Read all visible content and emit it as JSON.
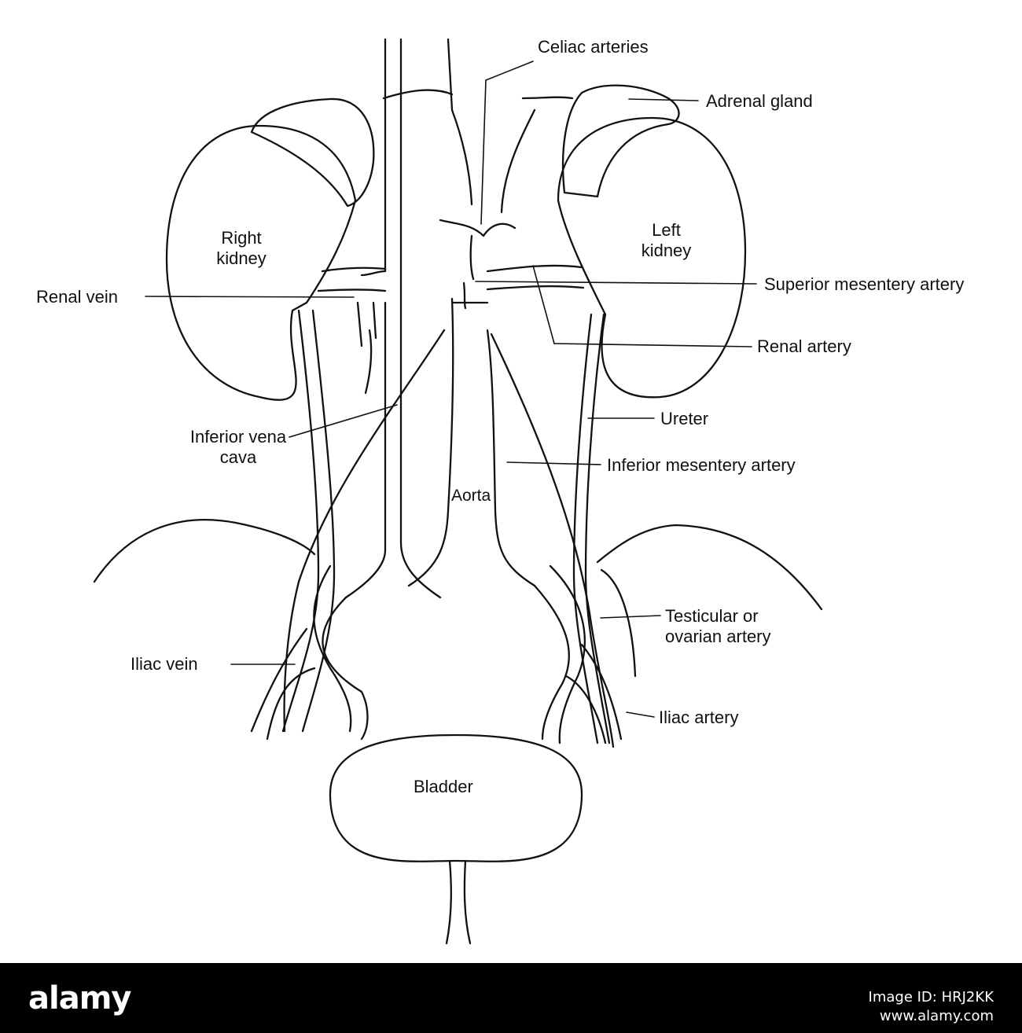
{
  "labels": {
    "celiac_arteries": "Celiac arteries",
    "adrenal_gland": "Adrenal gland",
    "right_kidney": "Right kidney",
    "left_kidney": "Left kidney",
    "renal_vein": "Renal vein",
    "superior_mesentery_artery": "Superior mesentery artery",
    "renal_artery": "Renal artery",
    "ureter": "Ureter",
    "inferior_vena_cava": "Inferior vena cava",
    "inferior_mesentery_artery": "Inferior mesentery artery",
    "aorta": "Aorta",
    "testicular_or_ovarian_artery": "Testicular or ovarian artery",
    "iliac_vein": "Iliac vein",
    "iliac_artery": "Iliac artery",
    "bladder": "Bladder"
  },
  "footer": {
    "logo": "alamy",
    "image_id": "Image ID: HRJ2KK",
    "url": "www.alamy.com"
  },
  "colors": {
    "ink": "#111111",
    "background": "#ffffff",
    "footer": "#000000"
  }
}
